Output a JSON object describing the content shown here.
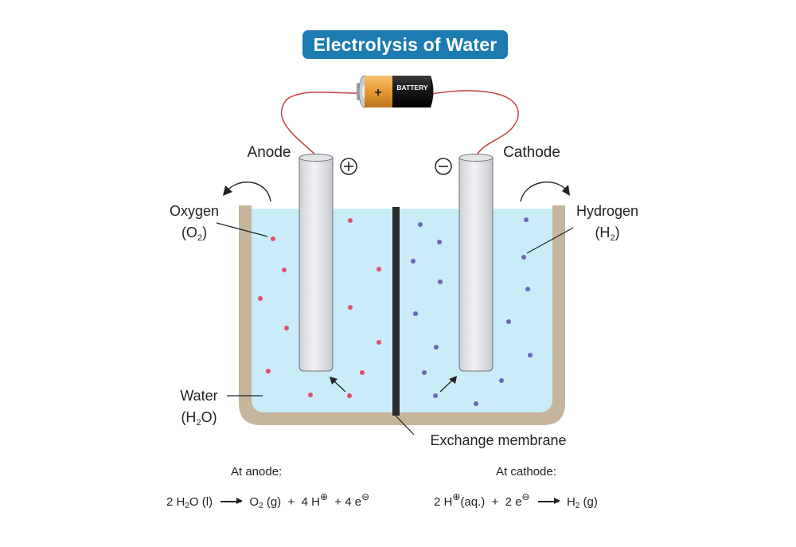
{
  "title": "Electrolysis of Water",
  "battery": {
    "label": "BATTERY",
    "plus": "+"
  },
  "labels": {
    "anode": "Anode",
    "cathode": "Cathode",
    "oxygen": "Oxygen",
    "oxygen_formula": {
      "pre": "(O",
      "sub": "2",
      "post": ")"
    },
    "hydrogen": "Hydrogen",
    "hydrogen_formula": {
      "pre": "(H",
      "sub": "2",
      "post": ")"
    },
    "water": "Water",
    "water_formula": {
      "pre": "(H",
      "sub": "2",
      "post": "O)"
    },
    "membrane": "Exchange membrane"
  },
  "equations": {
    "anode_heading": "At anode:",
    "anode": {
      "a": "2 H",
      "a_sub": "2",
      "b": "O (l)",
      "c": "O",
      "c_sub": "2",
      "d": " (g)  +  4 H",
      "e": "  + 4 e"
    },
    "cathode_heading": "At cathode:",
    "cathode": {
      "a": "2 H",
      "b": "(aq.)  +  2 e",
      "c": "H",
      "c_sub": "2",
      "d": " (g)"
    }
  },
  "colors": {
    "title_bg": "#1c7bb0",
    "water": "#c9ecf8",
    "container": "#c4b59c",
    "oxygen_particle": "#e0506f",
    "hydrogen_particle": "#6d67b8",
    "wire": "#c64040",
    "membrane": "#2b2b2b"
  }
}
